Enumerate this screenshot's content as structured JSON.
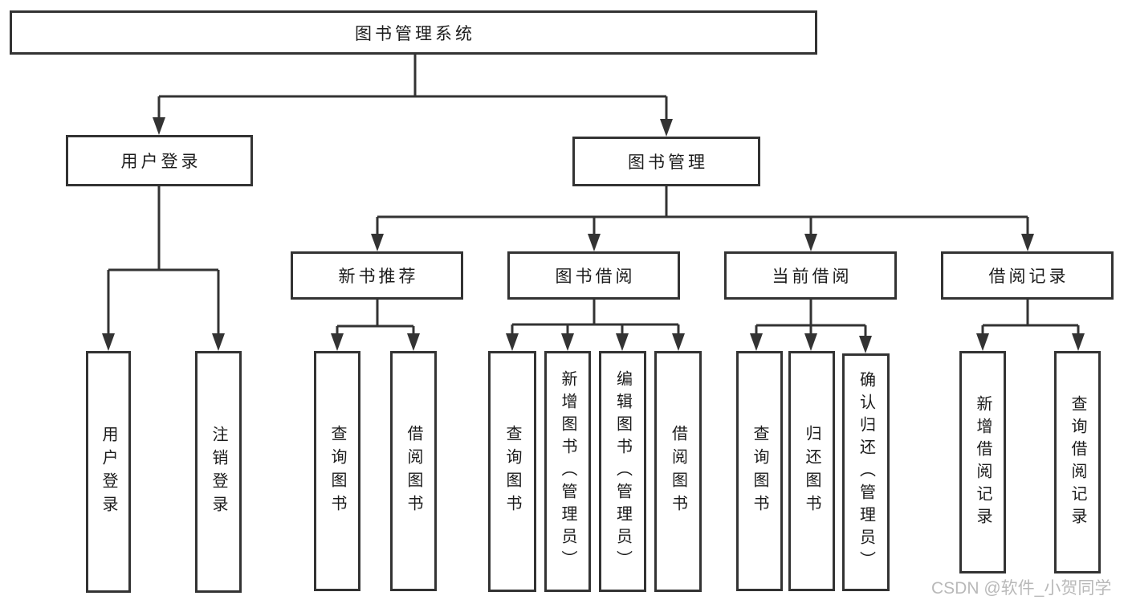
{
  "colors": {
    "line": "#333333",
    "box_border": "#333333",
    "text": "#1c1c1c",
    "watermark": "#b9b9b9",
    "background": "#ffffff"
  },
  "watermark": {
    "text": "CSDN @软件_小贺同学"
  },
  "tree": {
    "label": "图书管理系统",
    "children": [
      {
        "label": "用户登录",
        "children": [
          {
            "label": "用户登录"
          },
          {
            "label": "注销登录"
          }
        ]
      },
      {
        "label": "图书管理",
        "children": [
          {
            "label": "新书推荐",
            "children": [
              {
                "label": "查询图书"
              },
              {
                "label": "借阅图书"
              }
            ]
          },
          {
            "label": "图书借阅",
            "children": [
              {
                "label": "查询图书"
              },
              {
                "label": "新增图书（管理员）"
              },
              {
                "label": "编辑图书（管理员）"
              },
              {
                "label": "借阅图书"
              }
            ]
          },
          {
            "label": "当前借阅",
            "children": [
              {
                "label": "查询图书"
              },
              {
                "label": "归还图书"
              },
              {
                "label": "确认归还（管理员）"
              }
            ]
          },
          {
            "label": "借阅记录",
            "children": [
              {
                "label": "新增借阅记录"
              },
              {
                "label": "查询借阅记录"
              }
            ]
          }
        ]
      }
    ]
  }
}
